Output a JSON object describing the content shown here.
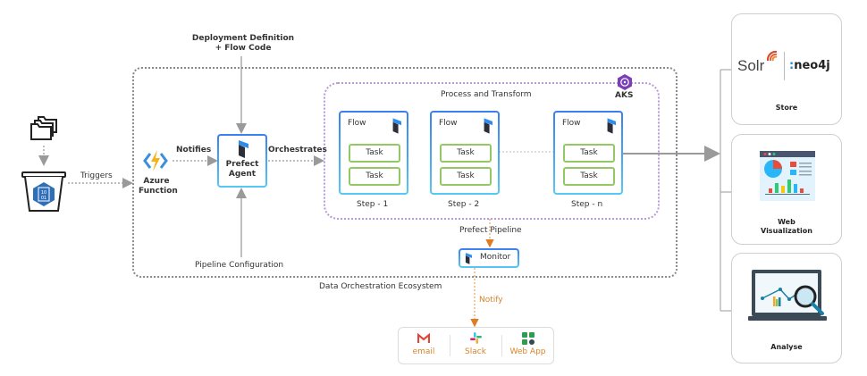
{
  "source": {
    "files_icon": "folders-icon",
    "bucket_icon": "storage-bucket-icon",
    "triggers_label": "Triggers"
  },
  "azure": {
    "icon": "azure-function-icon",
    "label_line1": "Azure",
    "label_line2": "Function",
    "notifies_label": "Notifies"
  },
  "agent": {
    "icon": "prefect-logo-icon",
    "label_line1": "Prefect",
    "label_line2": "Agent",
    "orchestrates_label": "Orchestrates"
  },
  "top_input": {
    "line1": "Deployment Definition",
    "line2": "+ Flow Code"
  },
  "bottom_input": {
    "label": "Pipeline Configuration"
  },
  "ecosystem": {
    "label": "Data Orchestration Ecosystem"
  },
  "process": {
    "title": "Process and Transform",
    "cluster_label": "AKS",
    "cluster_icon": "kubernetes-icon",
    "flows": [
      {
        "title": "Flow",
        "tasks": [
          "Task",
          "Task"
        ],
        "step": "Step - 1"
      },
      {
        "title": "Flow",
        "tasks": [
          "Task",
          "Task"
        ],
        "step": "Step - 2"
      },
      {
        "title": "Flow",
        "tasks": [
          "Task",
          "Task"
        ],
        "step": "Step - n"
      }
    ]
  },
  "pipeline": {
    "label": "Prefect Pipeline",
    "monitor_label": "Monitor",
    "notify_label": "Notify"
  },
  "notifications": [
    {
      "label": "email",
      "icon": "gmail-icon"
    },
    {
      "label": "Slack",
      "icon": "slack-icon"
    },
    {
      "label": "Web App",
      "icon": "web-app-icon"
    }
  ],
  "outputs": [
    {
      "label": "Store",
      "logo_left": "Solr",
      "logo_right": "neo4j"
    },
    {
      "label_line1": "Web",
      "label_line2": "Visualization",
      "icon": "dashboard-icon"
    },
    {
      "label": "Analyse",
      "icon": "analytics-magnifier-icon"
    }
  ],
  "colors": {
    "flow_border_top": "#3a7ff0",
    "flow_border_bottom": "#56c9f5",
    "task_border": "#93c865",
    "ecosystem_border": "#8a8a8a",
    "process_border": "#b79ad6",
    "notify_accent": "#d9822b",
    "aks_purple": "#7b3fb5"
  }
}
